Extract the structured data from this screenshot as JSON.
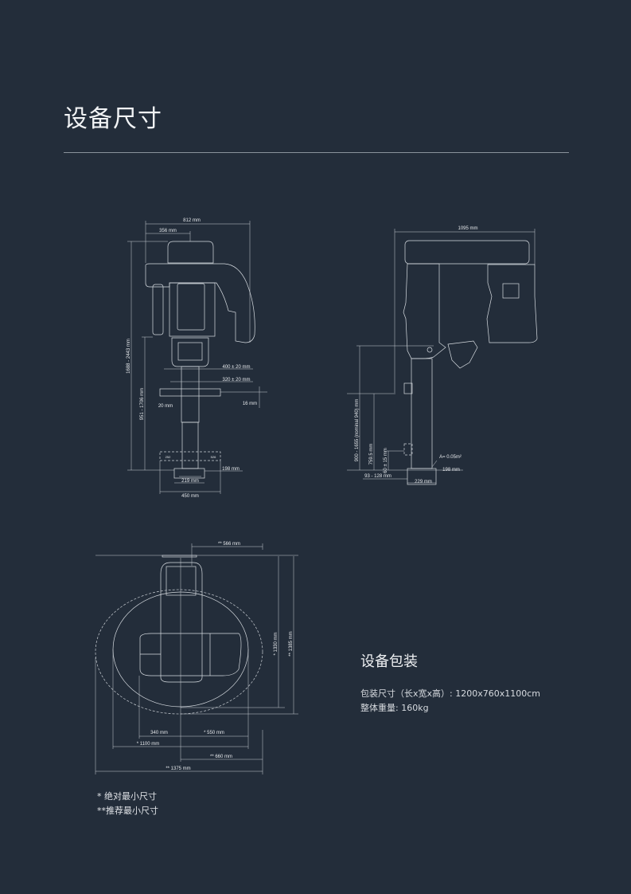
{
  "page": {
    "title": "设备尺寸",
    "packaging": {
      "title": "设备包装",
      "size": "包装尺寸（长x宽x高）: 1200x760x1100cm",
      "weight": "整体重量: 160kg"
    },
    "footnotes": [
      "*  绝对最小尺寸",
      "**推荐最小尺寸"
    ]
  },
  "front_view": {
    "width_total": "812 mm",
    "head_offset": "356 mm",
    "height_range": "1688 - 2443 mm",
    "chin_height_range": "951 - 1706 mm",
    "handle_outer": "400 ± 20 mm",
    "handle_inner": "320 ± 20 mm",
    "handle_gap": "20 mm",
    "handle_thickness": "16 mm",
    "base_depth": "198 mm",
    "foot_width": "219 mm",
    "base_width": "450 mm",
    "bolt_left": "252",
    "bolt_right": "526"
  },
  "side_view": {
    "depth_total": "1095 mm",
    "chin_height": "900 - 1655 (nominal 940) mm",
    "mount_height": "759.5 mm",
    "bracket_height": "60 ± 15 mm",
    "wall_offset": "93 - 128 mm",
    "foot_depth": "229 mm",
    "foot_width": "198 mm",
    "area": "A= 0.05m²"
  },
  "top_view": {
    "offset": "** 566 mm",
    "depth_min": "* 1330 mm",
    "depth_rec": "** 1385 mm",
    "left": "340 mm",
    "right_min": "* 550 mm",
    "width_min": "* 1100 mm",
    "right_rec": "** 660 mm",
    "width_rec": "** 1375 mm"
  }
}
